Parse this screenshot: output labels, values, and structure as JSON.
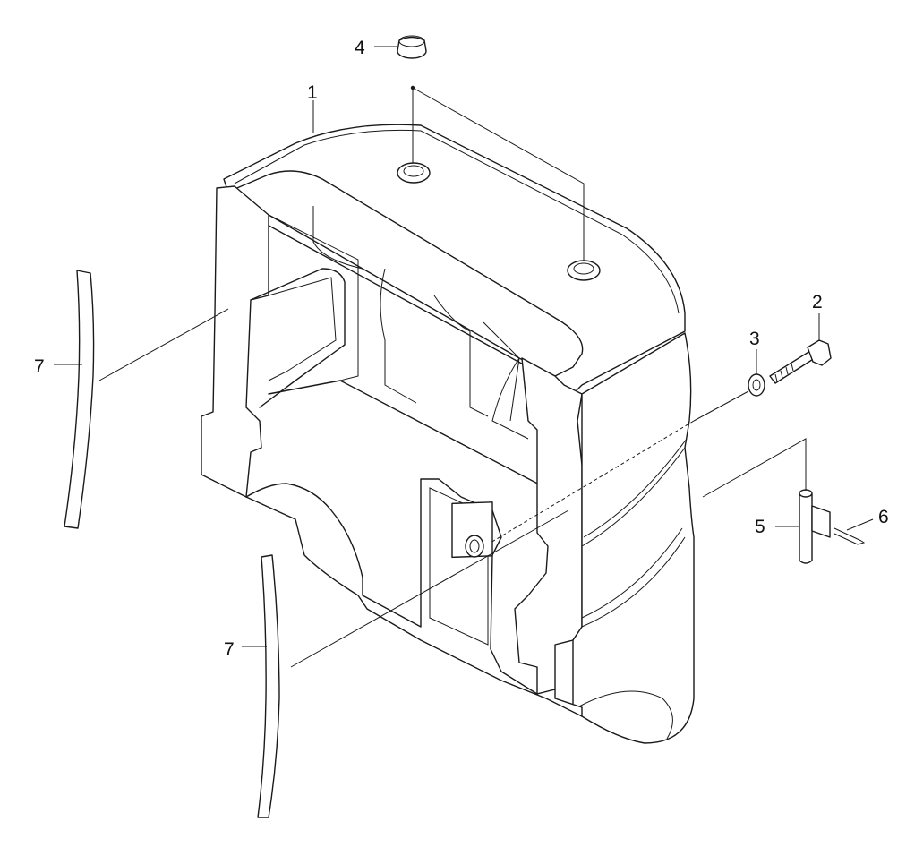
{
  "diagram": {
    "type": "exploded-parts-drawing",
    "callouts": [
      {
        "id": "c1",
        "label": "1"
      },
      {
        "id": "c2",
        "label": "2"
      },
      {
        "id": "c3",
        "label": "3"
      },
      {
        "id": "c4",
        "label": "4"
      },
      {
        "id": "c5",
        "label": "5"
      },
      {
        "id": "c6",
        "label": "6"
      },
      {
        "id": "c7a",
        "label": "7"
      },
      {
        "id": "c7b",
        "label": "7"
      }
    ],
    "colors": {
      "line": "#1a1a1a",
      "background": "#ffffff"
    }
  }
}
